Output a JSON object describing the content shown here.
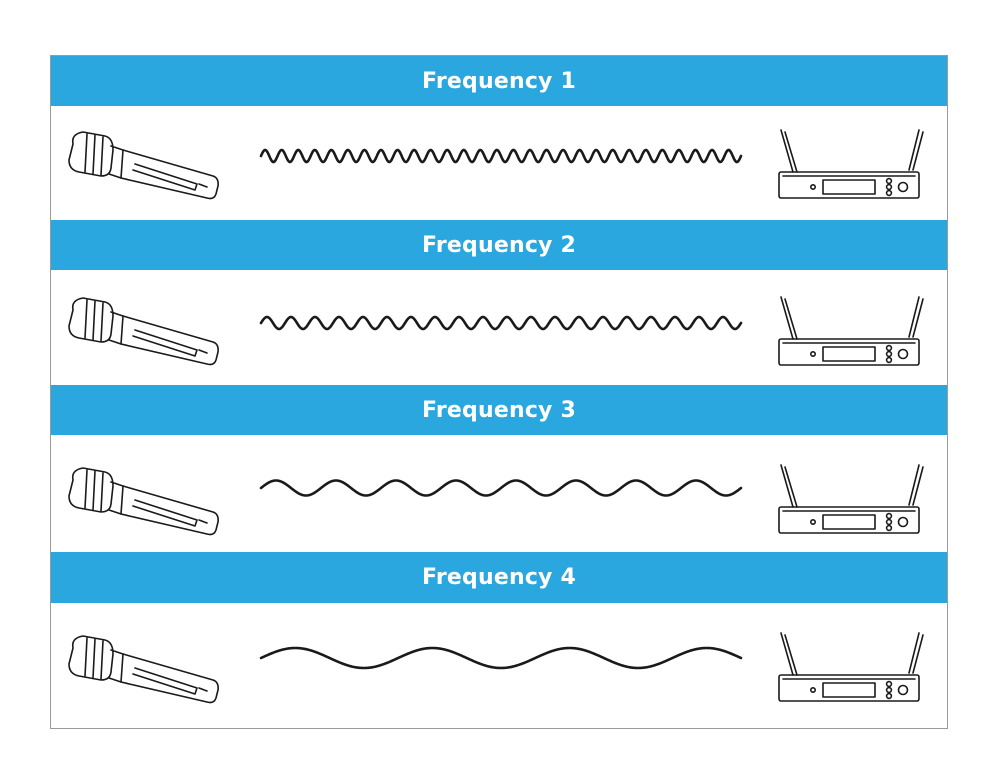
{
  "diagram": {
    "accent_color": "#2aa7df",
    "line_color": "#1a1a1a",
    "icons": {
      "transmitter": "microphone-icon",
      "receiver": "wireless-receiver-icon"
    },
    "rows": [
      {
        "label": "Frequency 1",
        "wave_cycles": 29
      },
      {
        "label": "Frequency 2",
        "wave_cycles": 20
      },
      {
        "label": "Frequency 3",
        "wave_cycles": 8
      },
      {
        "label": "Frequency 4",
        "wave_cycles": 3.5
      }
    ]
  }
}
